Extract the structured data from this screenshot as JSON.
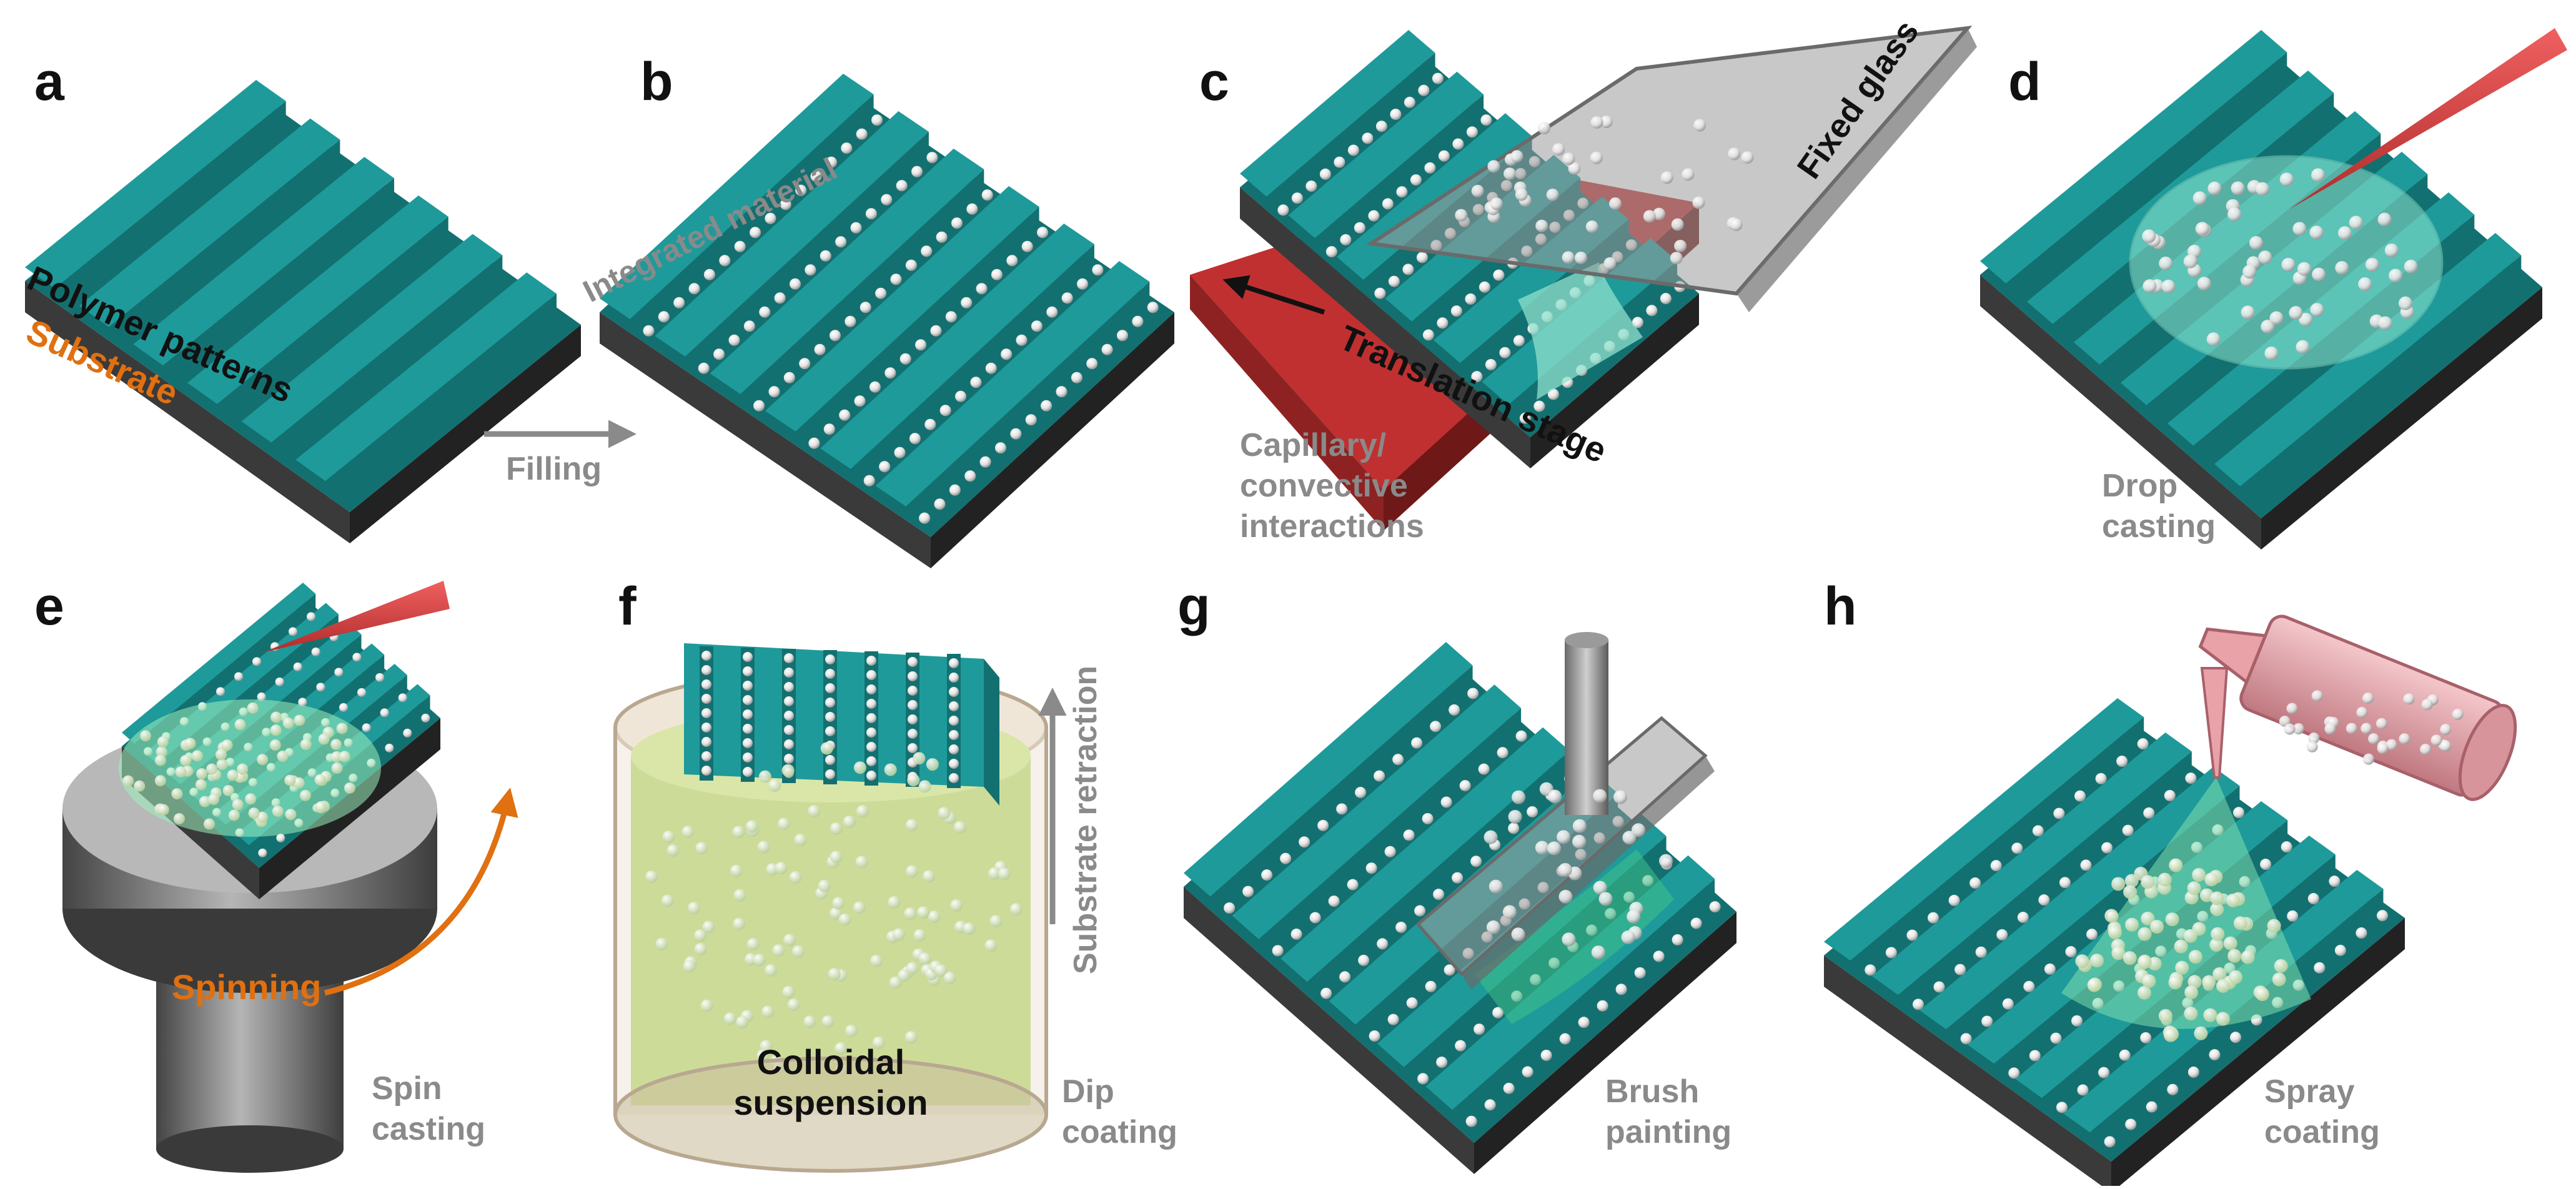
{
  "panels": [
    {
      "letter": "a",
      "labels": [
        "Polymer patterns",
        "Substrate"
      ]
    },
    {
      "letter": "b",
      "labels": [
        "Integrated material",
        "Filling"
      ]
    },
    {
      "letter": "c",
      "labels": [
        "Fixed glass",
        "Translation stage",
        "Capillary/",
        "convective",
        "interactions"
      ]
    },
    {
      "letter": "d",
      "labels": [
        "Drop",
        "casting"
      ]
    },
    {
      "letter": "e",
      "labels": [
        "Spinning",
        "Spin",
        "casting"
      ]
    },
    {
      "letter": "f",
      "labels": [
        "Substrate retraction",
        "Colloidal",
        "suspension",
        "Dip",
        "coating"
      ]
    },
    {
      "letter": "g",
      "labels": [
        "Brush",
        "painting"
      ]
    },
    {
      "letter": "h",
      "labels": [
        "Spray",
        "coating"
      ]
    }
  ],
  "colors": {
    "pattern_top": "#1f9a9a",
    "pattern_side": "#137070",
    "substrate": "#3a3a3a",
    "stage": "#c03030",
    "tip": "#e04848",
    "spray_bottle": "#e8a2a8",
    "label_gray": "#8a8a8a",
    "substrate_orange": "#e07010",
    "suspension": "#c6d78a"
  }
}
